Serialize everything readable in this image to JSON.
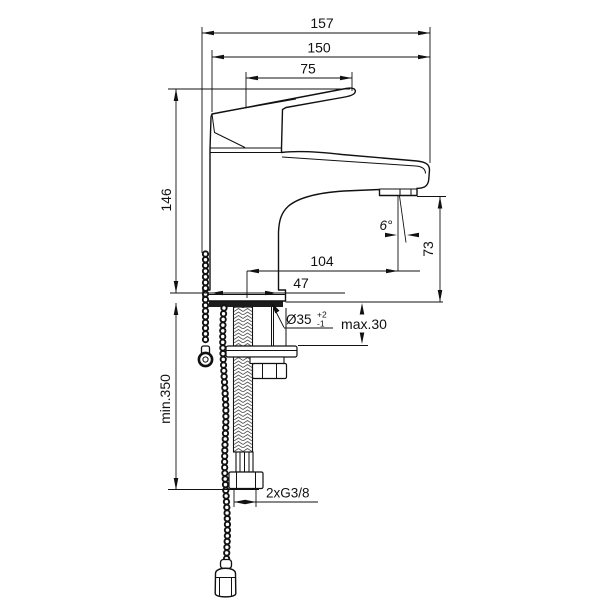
{
  "drawing": {
    "description": "Single-lever basin mixer tap side elevation with installation dimensions",
    "units_note": "millimetres",
    "colors": {
      "line": "#111111",
      "background": "#ffffff",
      "seal_band": "#1c1c1c"
    },
    "dimensions": {
      "overall_depth": "157",
      "spout_front_depth": "150",
      "handle_length": "75",
      "height_above_deck": "146",
      "spout_reach_center": "104",
      "body_depth": "47",
      "spout_outlet_height": "73",
      "spray_angle": "6°",
      "hole_diameter": "Ø35",
      "hole_tol_plus": "+2",
      "hole_tol_minus": "-1",
      "deck_thickness_max": "max.30",
      "hose_length_min": "min.350",
      "supply_thread": "2xG3/8"
    }
  }
}
